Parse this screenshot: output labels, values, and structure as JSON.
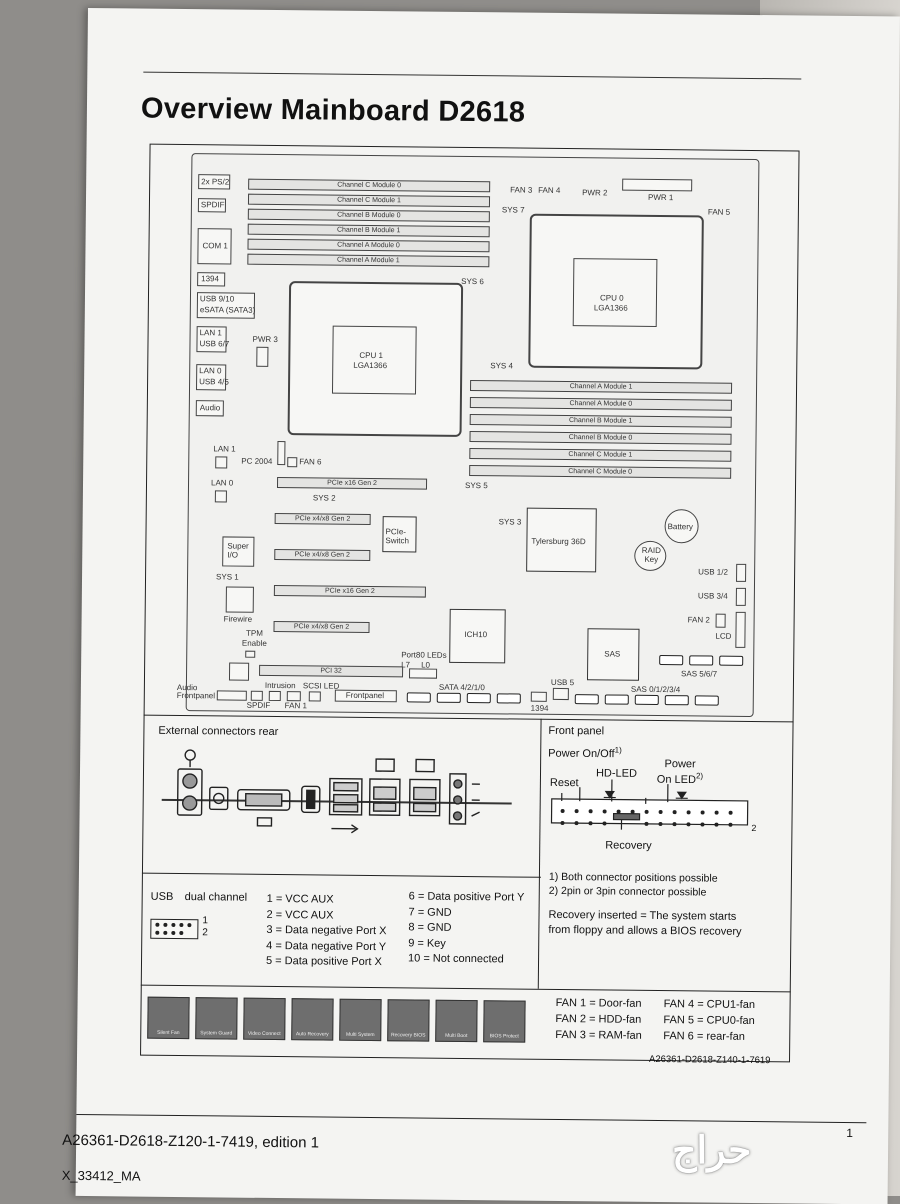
{
  "title": "Overview Mainboard D2618",
  "board": {
    "dimm_top": [
      "Channel C Module 0",
      "Channel C Module 1",
      "Channel B Module 0",
      "Channel B Module 1",
      "Channel A Module 0",
      "Channel A Module 1"
    ],
    "dimm_right": [
      "Channel A Module 1",
      "Channel A Module 0",
      "Channel B Module 1",
      "Channel B Module 0",
      "Channel C Module 1",
      "Channel C Module 0"
    ],
    "left_ports": [
      "2x PS/2",
      "SPDIF",
      "COM 1",
      "1394",
      "USB 9/10",
      "eSATA (SATA3)",
      "LAN 1",
      "USB 6/7",
      "LAN 0",
      "USB 4/5",
      "Audio"
    ],
    "fan3": "FAN 3",
    "fan4": "FAN 4",
    "pwr2": "PWR 2",
    "pwr1": "PWR 1",
    "fan5": "FAN 5",
    "sys7": "SYS 7",
    "sys6": "SYS 6",
    "sys4": "SYS 4",
    "sys5": "SYS 5",
    "sys3": "SYS 3",
    "sys2": "SYS 2",
    "sys1": "SYS 1",
    "cpu0": "CPU 0",
    "cpu0_sock": "LGA1366",
    "cpu1": "CPU 1",
    "cpu1_sock": "LGA1366",
    "pwr3": "PWR 3",
    "lan1": "LAN 1",
    "lan0": "LAN 0",
    "pc2004": "PC 2004",
    "fan6": "FAN 6",
    "pcie1": "PCIe x16 Gen 2",
    "pcie2": "PCIe x4/x8 Gen 2",
    "pcie3": "PCIe x4/x8 Gen 2",
    "pcie4": "PCIe x16 Gen 2",
    "pcie5": "PCIe x4/x8 Gen 2",
    "pcie_switch": "PCIe-Switch",
    "tylersburg": "Tylersburg 36D",
    "battery": "Battery",
    "raid_key": "RAID Key",
    "super_io": "Super I/O",
    "firewire": "Firewire",
    "tpm": "TPM Enable",
    "ich10": "ICH10",
    "sas": "SAS",
    "port80": "Port80 LEDs",
    "l7": "L7",
    "l0": "L0",
    "pci32": "PCI 32",
    "usb12": "USB 1/2",
    "usb34": "USB 3/4",
    "fan2": "FAN 2",
    "lcd": "LCD",
    "sas567": "SAS 5/6/7",
    "audio_fp": "Audio Frontpanel",
    "spdif": "SPDIF",
    "intrusion": "Intrusion",
    "scsi_led": "SCSI LED",
    "fan1": "FAN 1",
    "frontpanel": "Frontpanel",
    "sata": "SATA 4/2/1/0",
    "usb5": "USB 5",
    "sas0123": "SAS 0/1/2/3/4",
    "fw1394": "1394"
  },
  "ext": {
    "title": "External connectors rear"
  },
  "front": {
    "title": "Front panel",
    "power": "Power On/Off",
    "power_sup": "1)",
    "hdled": "HD-LED",
    "poweron_led": "Power On LED",
    "poweron_sup": "2)",
    "reset": "Reset",
    "recovery": "Recovery",
    "pin2": "2",
    "note1": "1) Both connector positions possible",
    "note2": "2) 2pin or 3pin connector possible",
    "note3": "Recovery inserted = The system starts",
    "note4": "from floppy and allows a BIOS recovery"
  },
  "usb": {
    "label": "USB",
    "dual": "dual channel",
    "p1": "1",
    "p2": "2",
    "left": [
      "1  =  VCC AUX",
      "2  =  VCC AUX",
      "3  =  Data negative Port X",
      "4  =  Data negative Port Y",
      "5  =  Data positive Port X"
    ],
    "right": [
      "6  =  Data positive Port Y",
      "7  =  GND",
      "8  =  GND",
      "9  =  Key",
      "10  =  Not connected"
    ]
  },
  "icons": [
    "Silent Fan",
    "System Guard",
    "Video Connect",
    "Auto Recovery",
    "Multi System",
    "Recovery BIOS",
    "Multi Boot",
    "BIOS Protect"
  ],
  "fans": {
    "left": [
      "FAN 1  =  Door-fan",
      "FAN 2  =  HDD-fan",
      "FAN 3  =  RAM-fan"
    ],
    "right": [
      "FAN 4  =  CPU1-fan",
      "FAN 5  =  CPU0-fan",
      "FAN 6  =  rear-fan"
    ]
  },
  "fig_code": "A26361-D2618-Z140-1-7619",
  "doc_code": "A26361-D2618-Z120-1-7419, edition 1",
  "page_num": "1",
  "ma": "X_33412_MA",
  "watermark": "حراج",
  "colors": {
    "sheet": "#f4f4f2",
    "line": "#222222",
    "background": "#8f8d8a"
  }
}
